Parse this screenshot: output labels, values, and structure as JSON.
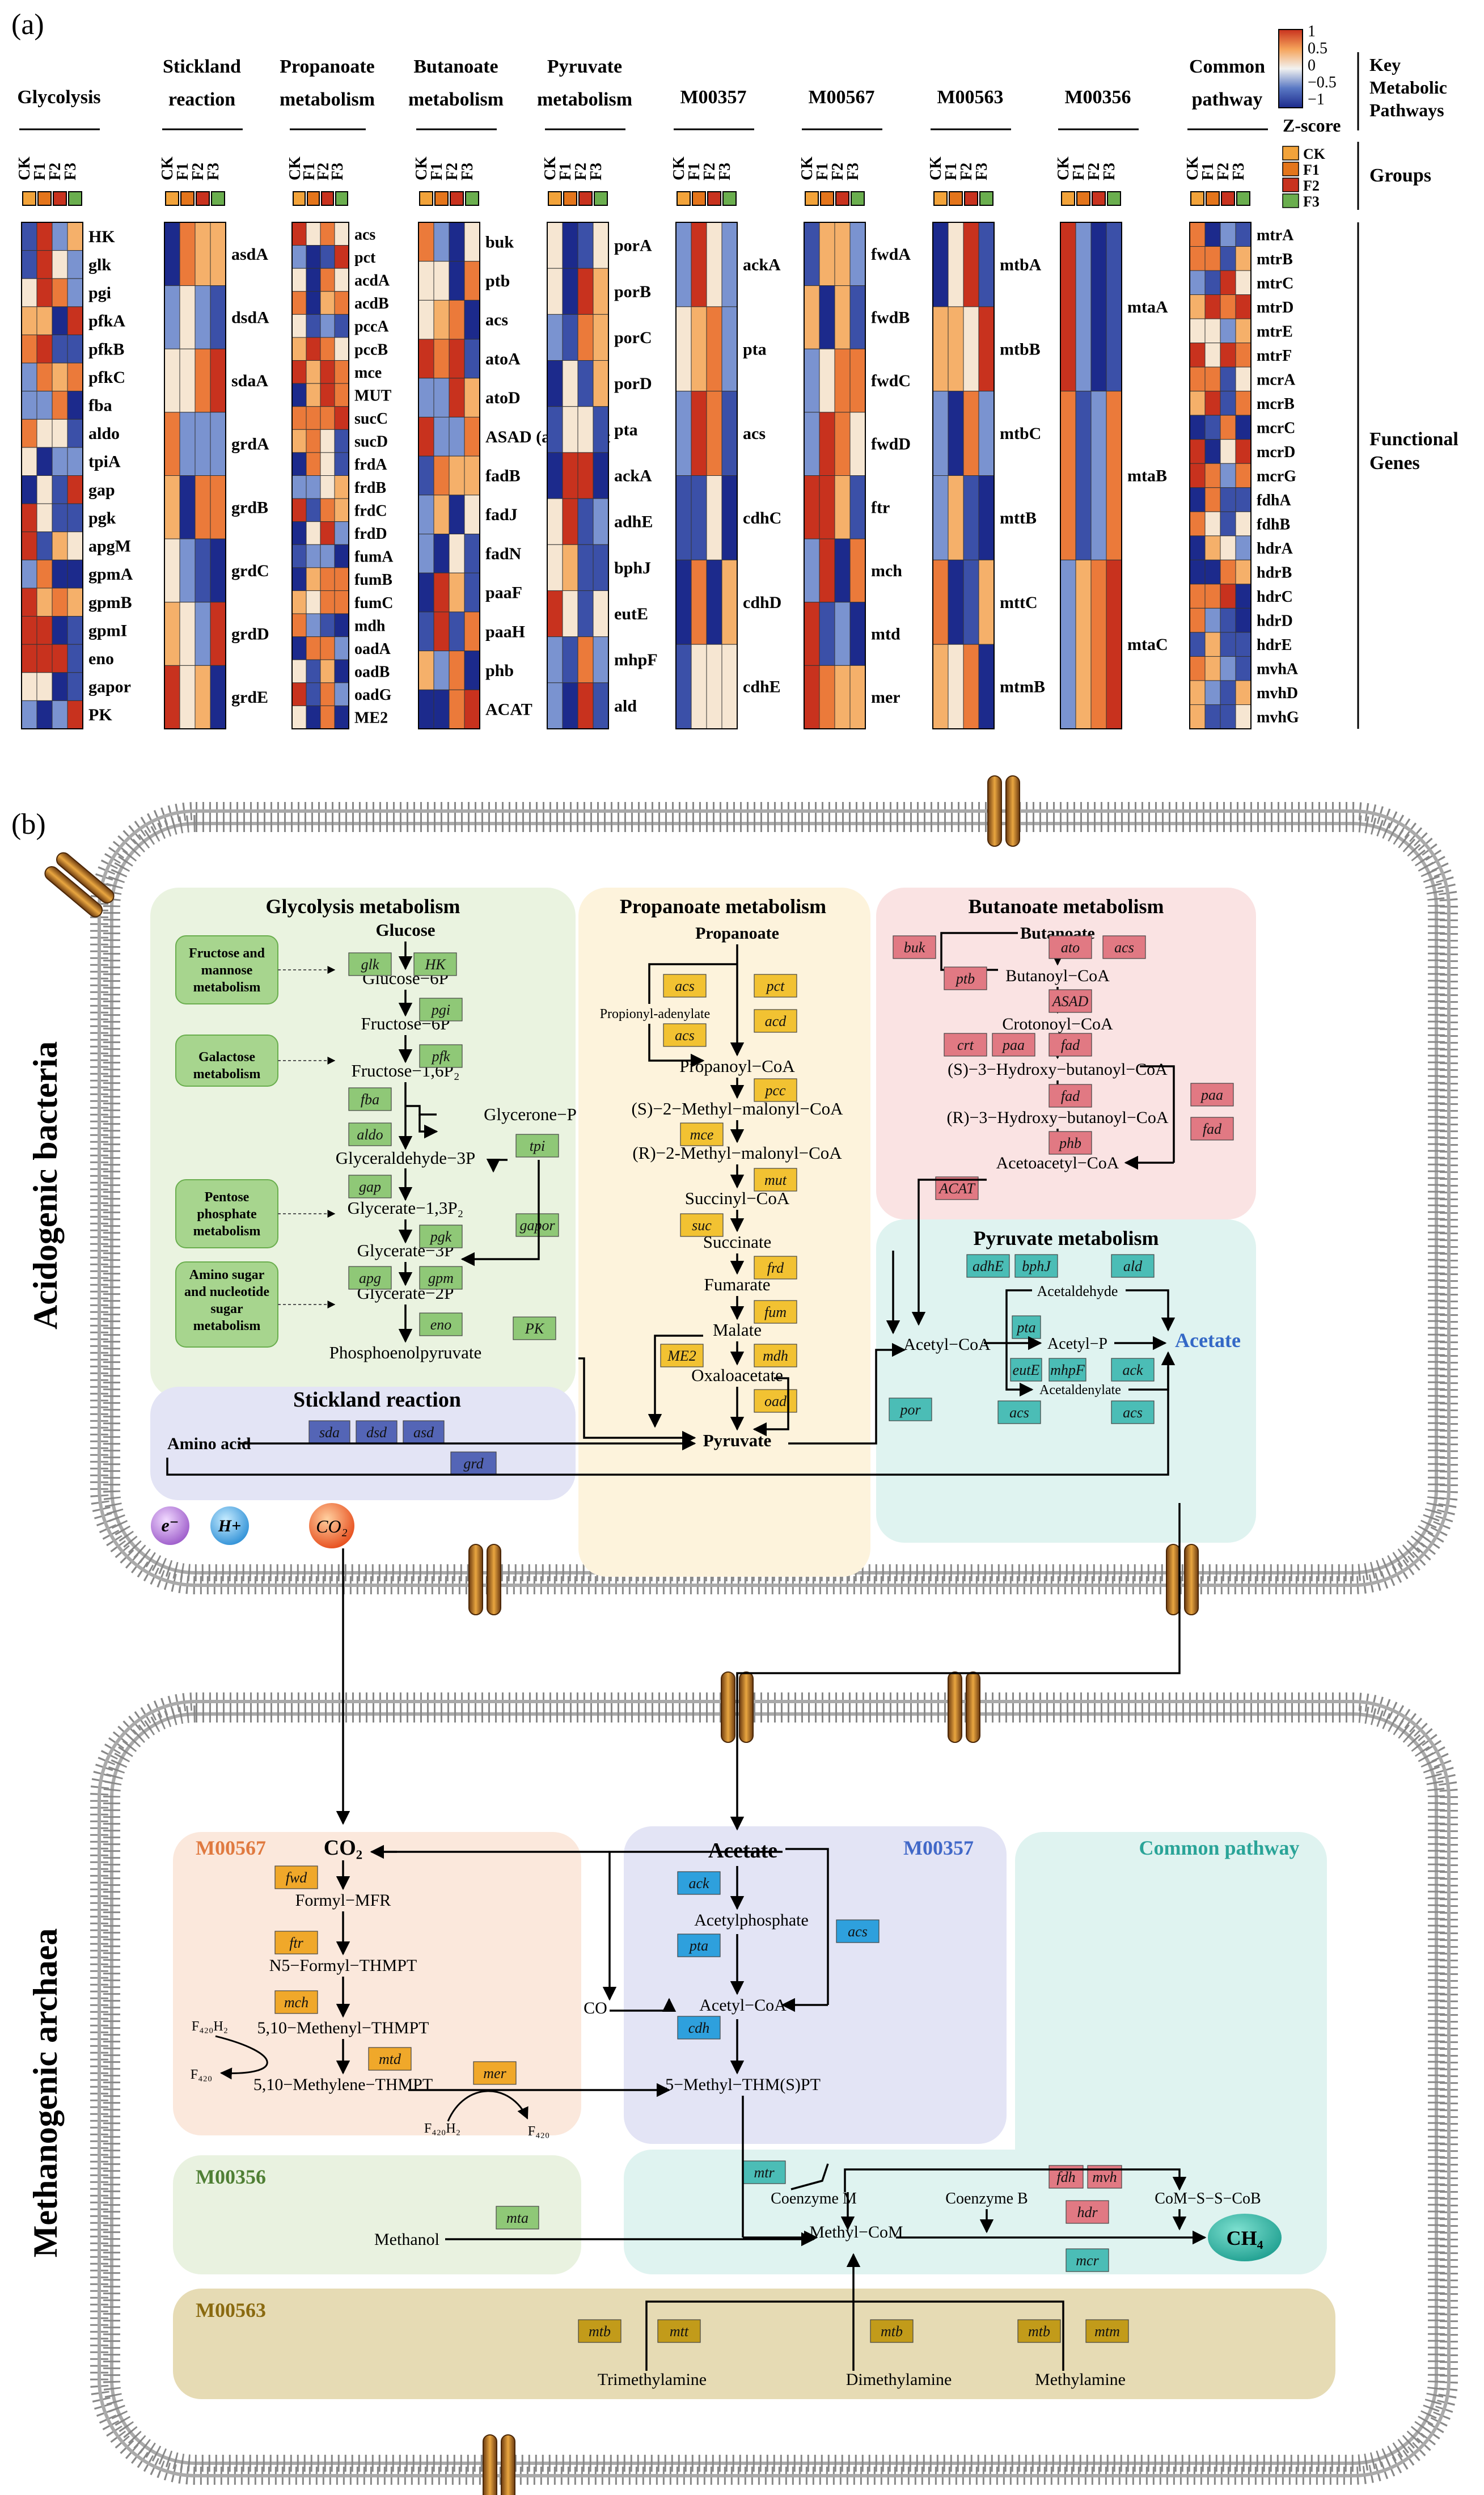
{
  "panel_a": {
    "label": "(a)",
    "sample_labels": [
      "CK",
      "F1",
      "F2",
      "F3"
    ],
    "group_colors": [
      "#f2a33a",
      "#e4751b",
      "#c8321e",
      "#6aae4e"
    ],
    "groups": [
      {
        "title": [
          "Glycolysis"
        ],
        "genes": [
          "HK",
          "glk",
          "pgi",
          "pfkA",
          "pfkB",
          "pfkC",
          "fba",
          "aldo",
          "tpiA",
          "gap",
          "pgk",
          "apgM",
          "gpmA",
          "gpmB",
          "gpmI",
          "eno",
          "gapor",
          "PK"
        ]
      },
      {
        "title": [
          "Stickland",
          "reaction"
        ],
        "genes": [
          "asdA",
          "dsdA",
          "sdaA",
          "grdA",
          "grdB",
          "grdC",
          "grdD",
          "grdE"
        ]
      },
      {
        "title": [
          "Propanoate",
          "metabolism"
        ],
        "genes": [
          "acs",
          "pct",
          "acdA",
          "acdB",
          "pccA",
          "pccB",
          "mce",
          "MUT",
          "sucC",
          "sucD",
          "frdA",
          "frdB",
          "frdC",
          "frdD",
          "fumA",
          "fumB",
          "fumC",
          "mdh",
          "oadA",
          "oadB",
          "oadG",
          "ME2"
        ]
      },
      {
        "title": [
          "Butanoate",
          "metabolism"
        ],
        "genes": [
          "buk",
          "ptb",
          "acs",
          "atoA",
          "atoD",
          "ASAD (acdA) crt",
          "fadB",
          "fadJ",
          "fadN",
          "paaF",
          "paaH",
          "phb",
          "ACAT"
        ]
      },
      {
        "title": [
          "Pyruvate",
          "metabolism"
        ],
        "genes": [
          "porA",
          "porB",
          "porC",
          "porD",
          "pta",
          "ackA",
          "adhE",
          "bphJ",
          "eutE",
          "mhpF",
          "ald"
        ]
      },
      {
        "title": [
          "M00357"
        ],
        "genes": [
          "ackA",
          "pta",
          "acs",
          "cdhC",
          "cdhD",
          "cdhE"
        ]
      },
      {
        "title": [
          "M00567"
        ],
        "genes": [
          "fwdA",
          "fwdB",
          "fwdC",
          "fwdD",
          "ftr",
          "mch",
          "mtd",
          "mer"
        ]
      },
      {
        "title": [
          "M00563"
        ],
        "genes": [
          "mtbA",
          "mtbB",
          "mtbC",
          "mttB",
          "mttC",
          "mtmB"
        ]
      },
      {
        "title": [
          "M00356"
        ],
        "genes": [
          "mtaA",
          "mtaB",
          "mtaC"
        ]
      },
      {
        "title": [
          "Common",
          "pathway"
        ],
        "genes": [
          "mtrA",
          "mtrB",
          "mtrC",
          "mtrD",
          "mtrE",
          "mtrF",
          "mcrA",
          "mcrB",
          "mcrC",
          "mcrD",
          "mcrG",
          "fdhA",
          "fdhB",
          "hdrA",
          "hdrB",
          "hdrC",
          "hdrD",
          "hdrE",
          "mvhA",
          "mvhD",
          "mvhG"
        ]
      }
    ],
    "legend": {
      "ticks": [
        "1",
        "0.5",
        "0",
        "−0.5",
        "−1"
      ],
      "label": "Z-score",
      "colors": [
        "#c8321e",
        "#f5a35a",
        "#f2f2f0",
        "#5a78c4",
        "#1c2a8c"
      ],
      "groups_label": "Groups",
      "key_label": [
        "Key",
        "Metabolic",
        "Pathways"
      ],
      "functional_label": [
        "Functional",
        "Genes"
      ]
    }
  },
  "panel_b": {
    "label": "(b)",
    "side_top": "Acidogenic bacteria",
    "side_bottom": "Methanogenic archaea",
    "glycolysis": {
      "title": "Glycolysis metabolism",
      "metabolites": [
        "Glucose",
        "Glucose−6P",
        "Fructose−6P",
        "Fructose−1,6P₂",
        "Glycerone−P",
        "Glyceraldehyde−3P",
        "Glycerate−1,3P₂",
        "Glycerate−3P",
        "Glycerate−2P",
        "Phosphoenolpyruvate"
      ],
      "feeders": [
        [
          "Fructose and",
          "mannose",
          "metabolism"
        ],
        [
          "Galactose",
          "metabolism"
        ],
        [
          "Pentose",
          "phosphate",
          "metabolism"
        ],
        [
          "Amino sugar",
          "and nucleotide",
          "sugar",
          "metabolism"
        ]
      ],
      "enzymes": [
        "glk",
        "HK",
        "pgi",
        "pfk",
        "fba",
        "aldo",
        "tpi",
        "gap",
        "pgk",
        "gapor",
        "apg",
        "gpm",
        "eno",
        "PK"
      ]
    },
    "stickland": {
      "title": "Stickland reaction",
      "amino": "Amino acid",
      "enzymes": [
        "sda",
        "dsd",
        "asd",
        "grd"
      ]
    },
    "propanoate": {
      "title": "Propanoate metabolism",
      "metabolites": [
        "Propanoate",
        "Propionyl-adenylate",
        "Propanoyl−CoA",
        "(S)−2−Methyl−malonyl−CoA",
        "(R)−2-Methyl−malonyl−CoA",
        "Succinyl−CoA",
        "Succinate",
        "Fumarate",
        "Malate",
        "Oxaloacetate",
        "Pyruvate"
      ],
      "enzymes": [
        "acs",
        "pct",
        "acd",
        "acs",
        "pcc",
        "mce",
        "mut",
        "suc",
        "frd",
        "fum",
        "ME2",
        "mdh",
        "oad"
      ]
    },
    "butanoate": {
      "title": "Butanoate metabolism",
      "metabolites": [
        "Butanoate",
        "Butanoyl−CoA",
        "Crotonoyl−CoA",
        "(S)−3−Hydroxy−butanoyl−CoA",
        "(R)−3−Hydroxy−butanoyl−CoA",
        "Acetoacetyl−CoA"
      ],
      "enzymes": [
        "buk",
        "ato",
        "acs",
        "ptb",
        "ASAD",
        "crt",
        "paa",
        "fad",
        "fad",
        "paa",
        "fad",
        "phb",
        "ACAT"
      ]
    },
    "pyruvate": {
      "title": "Pyruvate metabolism",
      "metabolites": [
        "Acetaldehyde",
        "Acetyl−CoA",
        "Acetyl−P",
        "Acetaldenylate",
        "Acetate"
      ],
      "enzymes": [
        "adhE",
        "bphJ",
        "ald",
        "pta",
        "eutE",
        "mhpF",
        "ack",
        "por",
        "acs",
        "acs"
      ]
    },
    "ions": [
      "e⁻",
      "H+",
      "CO₂"
    ],
    "m00567": {
      "title": "M00567",
      "metabolites": [
        "CO₂",
        "Formyl−MFR",
        "N5−Formyl−THMPT",
        "5,10−Methenyl−THMPT",
        "5,10−Methylene−THMPT",
        "CO",
        "5−Methyl−THM(S)PT"
      ],
      "cofactors": [
        "F₄₂₀H₂",
        "F₄₂₀",
        "F₄₂₀H₂",
        "F₄₂₀"
      ],
      "enzymes": [
        "fwd",
        "ftr",
        "mch",
        "mtd",
        "mer"
      ]
    },
    "m00357": {
      "title": "M00357",
      "metabolites": [
        "Acetate",
        "Acetylphosphate",
        "Acetyl−CoA"
      ],
      "enzymes": [
        "ack",
        "pta",
        "acs",
        "cdh"
      ]
    },
    "common": {
      "title": "Common pathway",
      "metabolites": [
        "Coenzyme M",
        "Coenzyme B",
        "CoM−S−S−CoB",
        "Methyl−CoM",
        "CH₄"
      ],
      "enzymes": [
        "mtr",
        "fdh",
        "mvh",
        "hdr",
        "mcr"
      ]
    },
    "m00356": {
      "title": "M00356",
      "metabolite": "Methanol",
      "enzyme": "mta"
    },
    "m00563": {
      "title": "M00563",
      "metabolites": [
        "Trimethylamine",
        "Dimethylamine",
        "Methylamine"
      ],
      "enzymes": [
        "mtb",
        "mtt",
        "mtb",
        "mtb",
        "mtm"
      ]
    }
  }
}
